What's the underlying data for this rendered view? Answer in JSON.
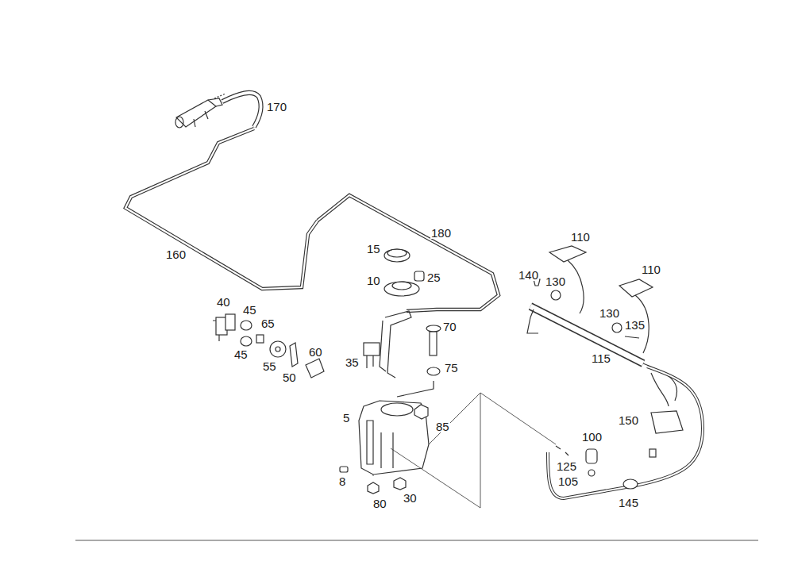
{
  "diagram": {
    "labels": [
      "170",
      "180",
      "160",
      "110",
      "15",
      "25",
      "10",
      "140",
      "130",
      "110",
      "40",
      "45",
      "65",
      "70",
      "130",
      "135",
      "45",
      "60",
      "35",
      "75",
      "115",
      "55",
      "50",
      "5",
      "85",
      "100",
      "150",
      "125",
      "105",
      "8",
      "80",
      "30",
      "145"
    ]
  }
}
